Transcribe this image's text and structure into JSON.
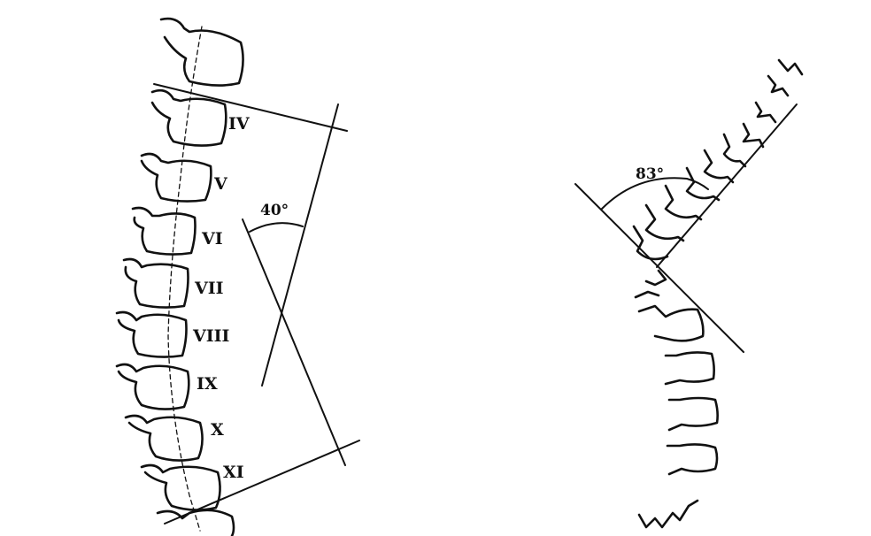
{
  "left_figure": {
    "vertebra_labels": [
      "IV",
      "V",
      "VI",
      "VII",
      "VIII",
      "IX",
      "X",
      "XI"
    ],
    "angle_label": "40°"
  },
  "right_figure": {
    "angle_label": "83°"
  }
}
